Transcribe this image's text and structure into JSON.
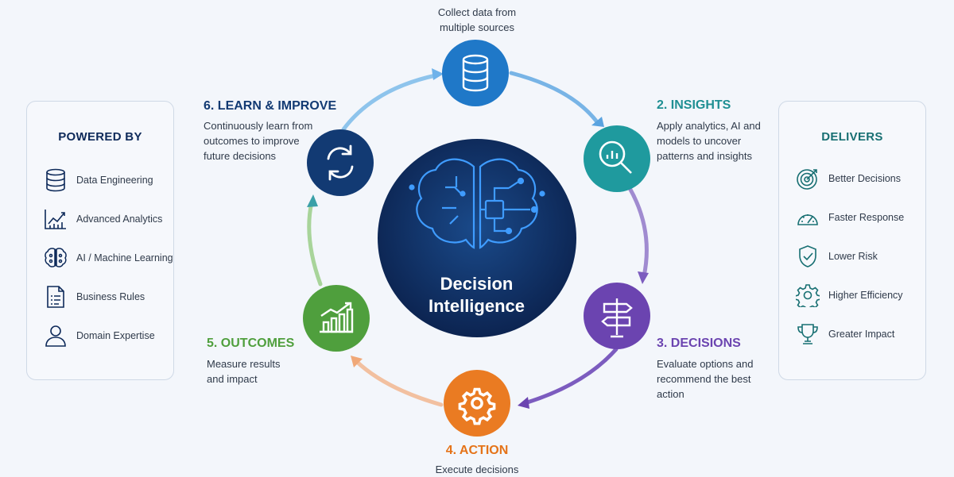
{
  "left_panel": {
    "title": "POWERED BY",
    "items": [
      {
        "label": "Data Engineering",
        "icon": "database-icon"
      },
      {
        "label": "Advanced Analytics",
        "icon": "analytics-chart-icon"
      },
      {
        "label": "AI / Machine Learning",
        "icon": "ai-brain-icon"
      },
      {
        "label": "Business Rules",
        "icon": "document-list-icon"
      },
      {
        "label": "Domain Expertise",
        "icon": "user-icon"
      }
    ]
  },
  "right_panel": {
    "title": "DELIVERS",
    "items": [
      {
        "label": "Better Decisions",
        "icon": "target-icon"
      },
      {
        "label": "Faster Response",
        "icon": "speedometer-icon"
      },
      {
        "label": "Lower Risk",
        "icon": "shield-check-icon"
      },
      {
        "label": "Higher Efficiency",
        "icon": "gear-icon"
      },
      {
        "label": "Greater Impact",
        "icon": "trophy-icon"
      }
    ]
  },
  "center": {
    "title": "Decision\nIntelligence",
    "icon": "circuit-brain-icon"
  },
  "steps": {
    "collect": {
      "desc": "Collect data from\nmultiple sources",
      "color": "#1f78c8",
      "icon": "database-icon"
    },
    "insights": {
      "title": "2. INSIGHTS",
      "desc": "Apply analytics, AI and\nmodels to uncover\npatterns and insights",
      "color": "#1f9a9e",
      "icon": "magnifier-chart-icon"
    },
    "decisions": {
      "title": "3. DECISIONS",
      "desc": "Evaluate options and\nrecommend the best\naction",
      "color": "#6b44b0",
      "icon": "signpost-icon"
    },
    "action": {
      "title": "4. ACTION",
      "desc": "Execute decisions",
      "color": "#ea7b22",
      "icon": "gear-icon"
    },
    "outcomes": {
      "title": "5. OUTCOMES",
      "desc": "Measure results\nand impact",
      "color": "#4f9f3d",
      "icon": "growth-chart-icon"
    },
    "learn": {
      "title": "6. LEARN & IMPROVE",
      "desc": "Continuously learn from\noutcomes to improve\nfuture decisions",
      "color": "#123a73",
      "icon": "refresh-icon"
    }
  },
  "colors": {
    "navy": "#0e2a5a",
    "teal": "#176f72",
    "panel_border": "#cfd9e6"
  }
}
